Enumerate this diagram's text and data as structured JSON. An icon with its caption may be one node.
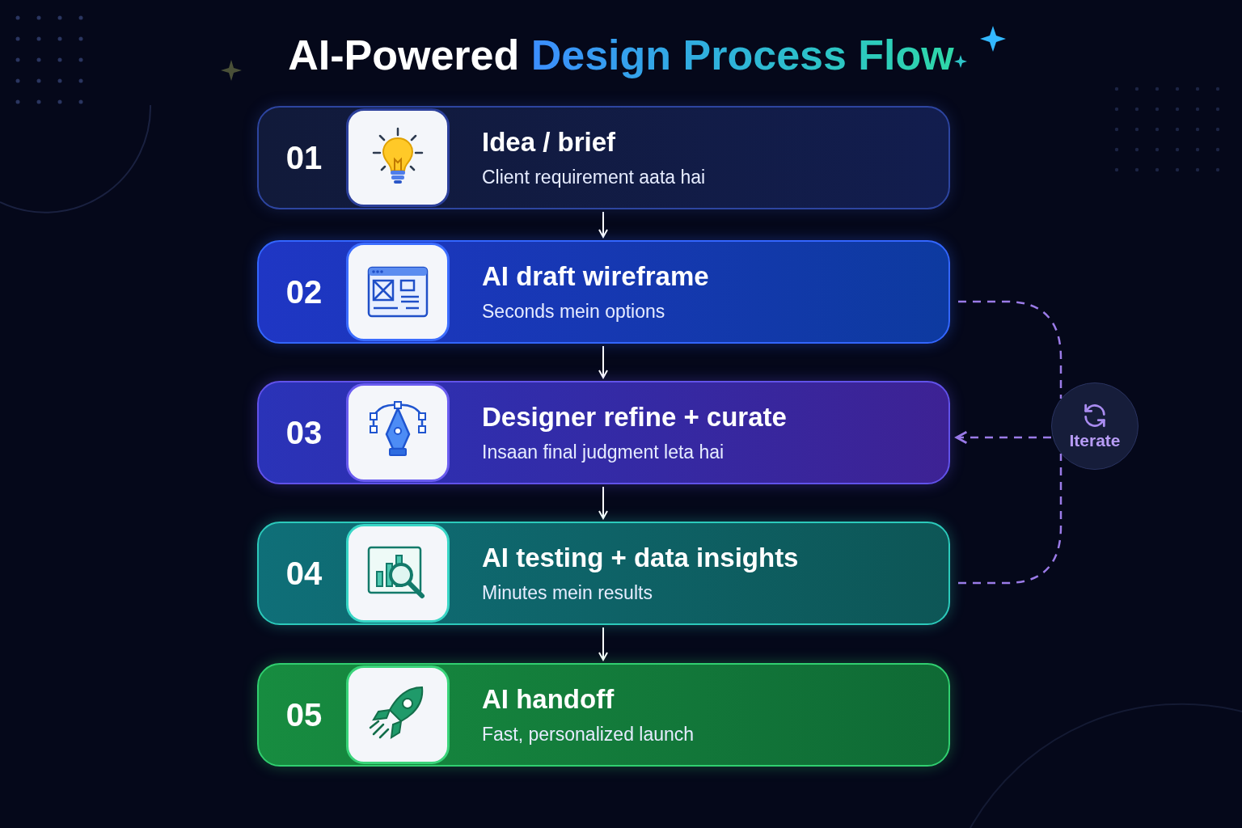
{
  "diagram": {
    "title": "AI-Powered Design Process Flow",
    "nodes": [
      {
        "text": [
          "01",
          "Idea / brief",
          "Client requirement aata hai"
        ]
      },
      {
        "text": [
          "02",
          "AI draft wireframe",
          "Seconds mein options"
        ]
      },
      {
        "text": [
          "03",
          "Designer refine + curate",
          "Insaan final judgment leta hai"
        ]
      },
      {
        "text": [
          "04",
          "AI testing + data insights",
          "Minutes mein results"
        ]
      },
      {
        "text": [
          "05",
          "AI handoff",
          "Fast, personalized launch"
        ]
      },
      {
        "text": [
          "Iterate"
        ]
      }
    ],
    "edges": [
      {
        "from": 0,
        "to": 1,
        "arrow": "to"
      },
      {
        "from": 1,
        "to": 2,
        "arrow": "to"
      },
      {
        "from": 2,
        "to": 3,
        "arrow": "to"
      },
      {
        "from": 3,
        "to": 4,
        "arrow": "to"
      },
      {
        "from": 1,
        "to": 5,
        "arrow": "none",
        "style": "dashed",
        "color": "#9b7be8"
      },
      {
        "from": 3,
        "to": 5,
        "arrow": "none",
        "style": "dashed",
        "color": "#9b7be8"
      },
      {
        "from": 5,
        "to": 2,
        "arrow": "to",
        "style": "dashed",
        "color": "#9b7be8"
      }
    ]
  }
}
